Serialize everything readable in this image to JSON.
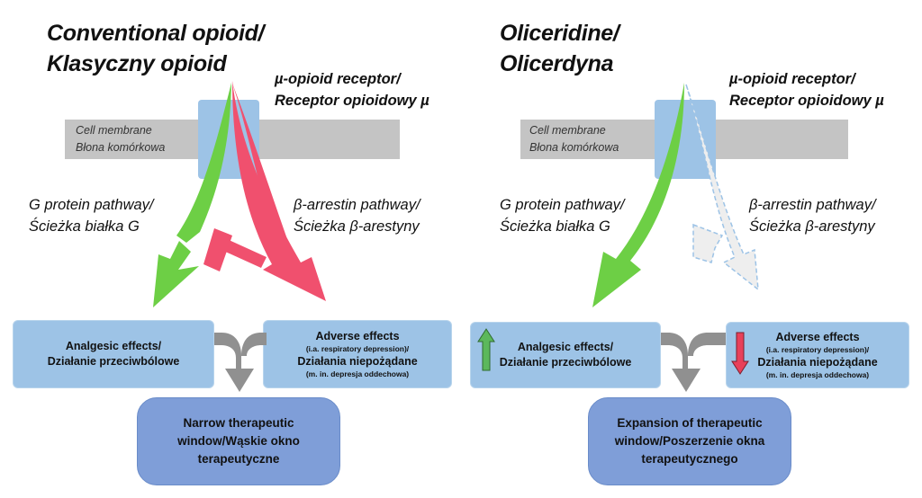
{
  "left": {
    "title_line1": "Conventional opioid/",
    "title_line2": "Klasyczny opioid",
    "receptor_line1": "µ-opioid receptor/",
    "receptor_line2": "Receptor opioidowy µ",
    "membrane_line1": "Cell membrane",
    "membrane_line2": "Błona komórkowa",
    "g_pathway_line1": "G protein pathway/",
    "g_pathway_line2": "Ścieżka białka G",
    "b_pathway_line1": "β-arrestin pathway/",
    "b_pathway_line2": "Ścieżka β-arestyny",
    "analgesic_line1": "Analgesic effects/",
    "analgesic_line2": "Działanie przeciwbólowe",
    "adverse_line1": "Adverse effects",
    "adverse_line2": "(i.a. respiratory depression)/",
    "adverse_line3": "Działania niepożądane",
    "adverse_line4": "(m. in. depresja oddechowa)",
    "window_text": "Narrow therapeutic\nwindow/Wąskie okno\nterapeutyczne"
  },
  "right": {
    "title_line1": "Oliceridine/",
    "title_line2": "Olicerdyna",
    "receptor_line1": "µ-opioid receptor/",
    "receptor_line2": "Receptor opioidowy µ",
    "membrane_line1": "Cell membrane",
    "membrane_line2": "Błona komórkowa",
    "g_pathway_line1": "G protein pathway/",
    "g_pathway_line2": "Ścieżka białka G",
    "b_pathway_line1": "β-arrestin pathway/",
    "b_pathway_line2": "Ścieżka β-arestyny",
    "analgesic_line1": "Analgesic effects/",
    "analgesic_line2": "Działanie przeciwbólowe",
    "adverse_line1": "Adverse effects",
    "adverse_line2": "(i.a. respiratory depression)/",
    "adverse_line3": "Działania niepożądane",
    "adverse_line4": "(m. in. depresja oddechowa)",
    "window_text": "Expansion of therapeutic\nwindow/Poszerzenie okna\nterapeutycznego"
  },
  "colors": {
    "membrane": "#c4c4c4",
    "receptor": "#9dc3e6",
    "effect_box": "#9dc3e6",
    "window_box": "#7f9ed8",
    "g_protein_arrow": "#6dcf45",
    "beta_arrestin_arrow": "#f0506e",
    "beta_arrestin_faded": "#eeeeee",
    "merge_arrow": "#909090",
    "up_arrow": "#5cb85c",
    "down_arrow": "#e8405a"
  },
  "icons": [
    "up-arrow-icon",
    "down-arrow-icon",
    "merge-arrow-icon"
  ]
}
